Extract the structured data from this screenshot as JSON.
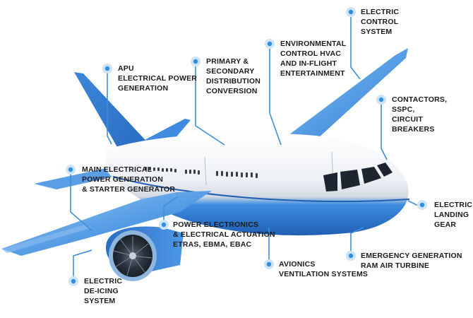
{
  "colors": {
    "accent": "#2f8fe0",
    "leader": "#3a8fdc",
    "fuselage_white": "#f1f3f6",
    "fuselage_blue": "#2f7fd6",
    "text": "#1b1b1b"
  },
  "callouts": {
    "electric_control": {
      "lines": [
        "ELECTRIC",
        "CONTROL",
        "SYSTEM"
      ],
      "icon": "target-dot-icon"
    },
    "environmental": {
      "lines": [
        "ENVIRONMENTAL",
        "CONTROL HVAC",
        "AND IN-FLIGHT",
        "ENTERTAINMENT"
      ],
      "icon": "target-dot-icon"
    },
    "primary_secondary": {
      "lines": [
        "PRIMARY &",
        "SECONDARY",
        "DISTRIBUTION",
        "CONVERSION"
      ],
      "icon": "target-dot-icon"
    },
    "apu": {
      "lines": [
        "APU",
        "ELECTRICAL POWER",
        "GENERATION"
      ],
      "icon": "target-dot-icon"
    },
    "contactors": {
      "lines": [
        "CONTACTORS,",
        "SSPC,",
        "CIRCUIT",
        "BREAKERS"
      ],
      "icon": "target-dot-icon"
    },
    "main_electrical": {
      "lines": [
        "MAIN ELECTRICAL",
        "POWER GENERATION",
        "& STARTER GENERATOR"
      ],
      "icon": "target-dot-icon"
    },
    "landing_gear": {
      "lines": [
        "ELECTRIC",
        "LANDING",
        "GEAR"
      ],
      "icon": "target-dot-icon"
    },
    "power_electronics": {
      "lines": [
        "POWER ELECTRONICS",
        "& ELECTRICAL ACTUATION",
        "ETRAS, EBMA, EBAC"
      ],
      "icon": "target-dot-icon"
    },
    "avionics": {
      "lines": [
        "AVIONICS",
        "VENTILATION  SYSTEMS"
      ],
      "icon": "target-dot-icon"
    },
    "emergency": {
      "lines": [
        "EMERGENCY GENERATION",
        "RAM AIR TURBINE"
      ],
      "icon": "target-dot-icon"
    },
    "deicing": {
      "lines": [
        "ELECTRIC",
        "DE-ICING",
        "SYSTEM"
      ],
      "icon": "target-dot-icon"
    }
  }
}
